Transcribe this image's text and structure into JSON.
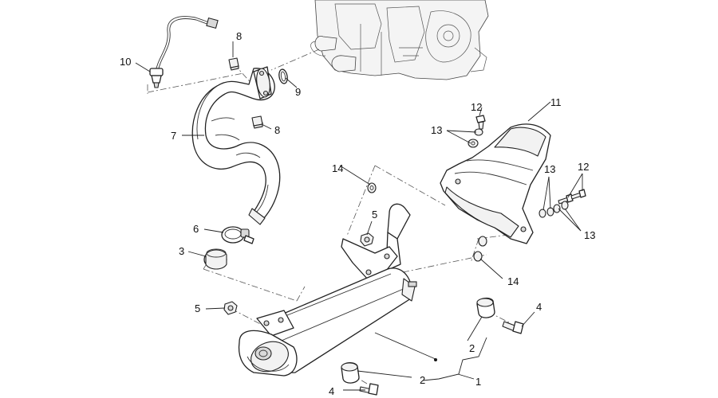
{
  "callouts": {
    "c1": "1",
    "c2a": "2",
    "c2b": "2",
    "c3": "3",
    "c4a": "4",
    "c4b": "4",
    "c5a": "5",
    "c5b": "5",
    "c6": "6",
    "c7": "7",
    "c8a": "8",
    "c8b": "8",
    "c9": "9",
    "c10": "10",
    "c11": "11",
    "c12a": "12",
    "c12b": "12",
    "c13a": "13",
    "c13b": "13",
    "c13c": "13",
    "c14a": "14",
    "c14b": "14"
  }
}
